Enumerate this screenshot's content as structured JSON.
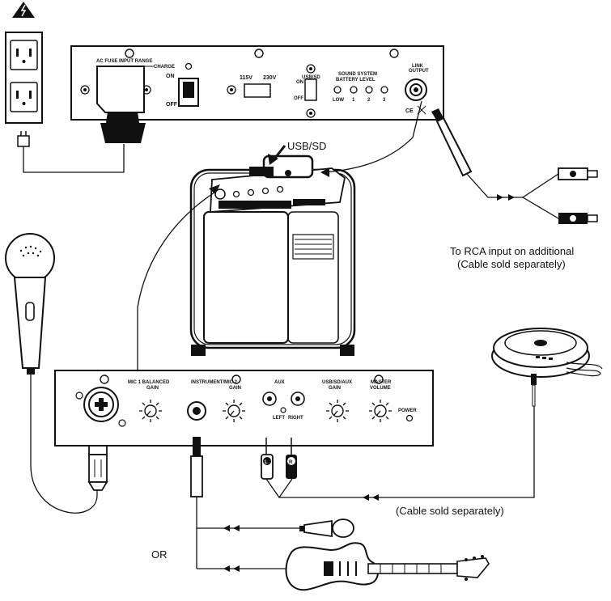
{
  "top_panel": {
    "ac_fuse_label": "AC FUSE INPUT RANGE",
    "charge_label": "CHARGE",
    "on_label": "ON",
    "off_label": "OFF",
    "volt_115": "115V",
    "volt_230": "230V",
    "usbsd_label": "USB/SD",
    "usbsd_on": "ON",
    "usbsd_off": "OFF",
    "battery_title_1": "SOUND SYSTEM",
    "battery_title_2": "BATTERY LEVEL",
    "battery_levels": [
      "LOW",
      "1",
      "2",
      "3"
    ],
    "link_output_1": "LINK",
    "link_output_2": "OUTPUT",
    "ce_mark": "CE"
  },
  "speaker": {
    "usb_sd_callout": "USB/SD"
  },
  "rca_note": {
    "line1": "To RCA input on additional",
    "line2": "(Cable sold separately)"
  },
  "bottom_panel": {
    "mic1_1": "MIC 1 BALANCED",
    "mic1_2": "GAIN",
    "inst_1": "INSTRUMENT/MIC 2",
    "inst_2": "GAIN",
    "aux": "AUX",
    "aux_left": "LEFT",
    "aux_right": "RIGHT",
    "usbaux_1": "USB/SD/AUX",
    "usbaux_2": "GAIN",
    "master_1": "MASTER",
    "master_2": "VOLUME",
    "power": "POWER"
  },
  "aux_plug_letters": {
    "left": "L",
    "right": "R"
  },
  "cable_note": "(Cable sold separately)",
  "or_label": "OR"
}
